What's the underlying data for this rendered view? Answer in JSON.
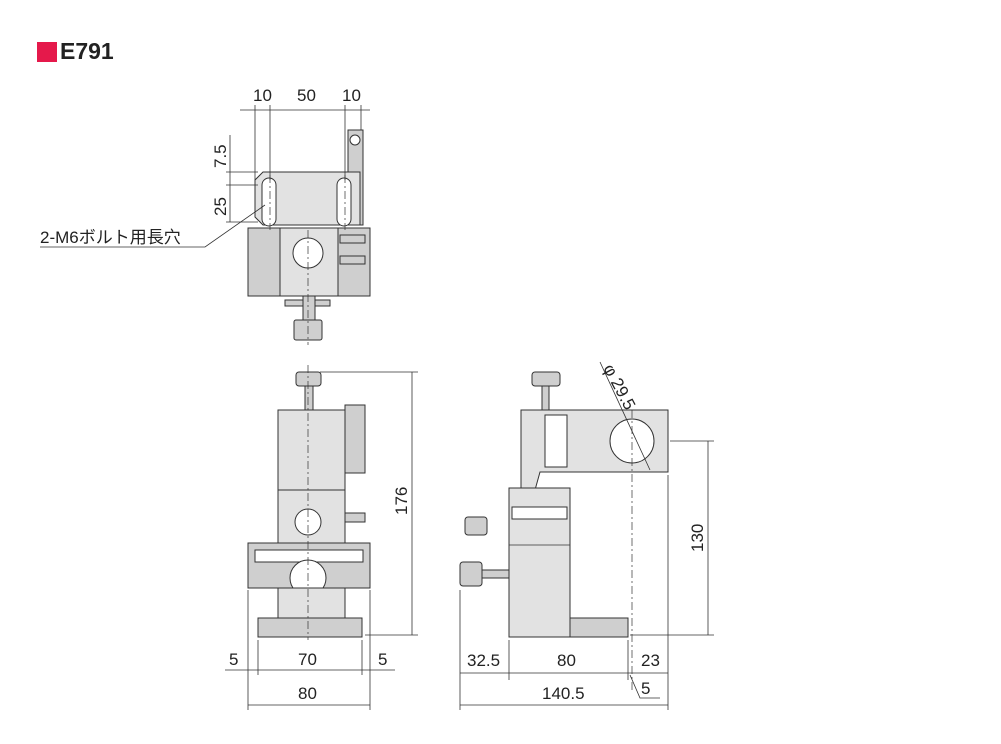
{
  "title": "E791",
  "accent": "#e5194b",
  "top_view": {
    "dims": {
      "left": "10",
      "middle": "50",
      "right": "10",
      "height_a": "7.5",
      "height_b": "25"
    },
    "callout": "2-M6ボルト用長穴"
  },
  "front_view": {
    "dims": {
      "height": "176",
      "left_margin": "5",
      "inner_width": "70",
      "right_margin": "5",
      "width": "80"
    }
  },
  "side_view": {
    "dims": {
      "diameter": "φ 29.5",
      "height": "130",
      "offset_left": "32.5",
      "base_width": "80",
      "offset_right": "23",
      "gap": "5",
      "total_width": "140.5"
    }
  }
}
